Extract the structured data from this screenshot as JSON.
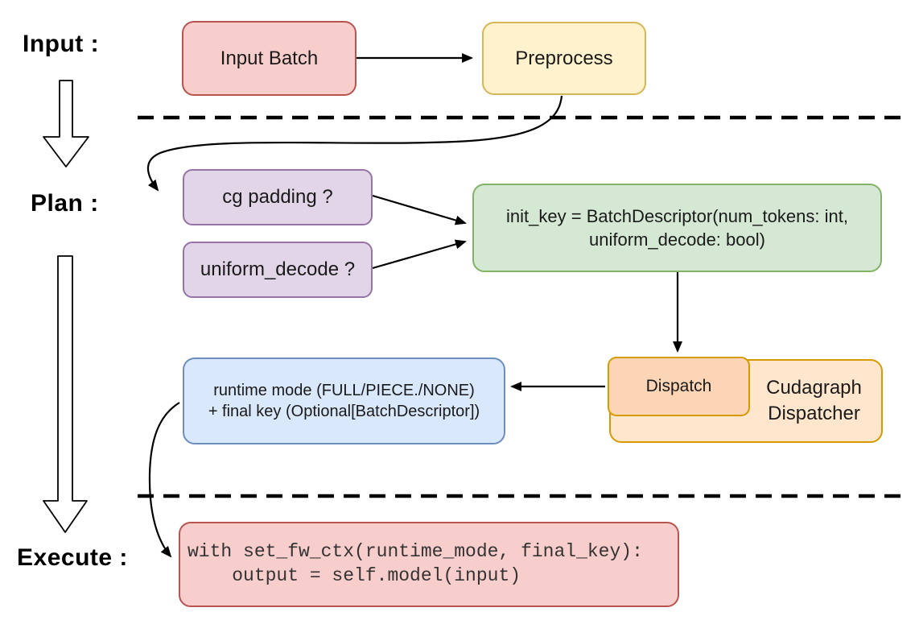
{
  "stages": {
    "input": "Input :",
    "plan": "Plan :",
    "execute": "Execute :"
  },
  "nodes": {
    "input_batch": {
      "label": "Input Batch"
    },
    "preprocess": {
      "label": "Preprocess"
    },
    "cg_padding": {
      "label": "cg padding ?"
    },
    "uniform_decode": {
      "label": "uniform_decode ?"
    },
    "init_key": {
      "line1": "init_key = BatchDescriptor(num_tokens: int,",
      "line2": "uniform_decode: bool)"
    },
    "dispatch": {
      "label": "Dispatch"
    },
    "cudagraph_dispatcher": {
      "line1": "Cudagraph",
      "line2": "Dispatcher"
    },
    "runtime_mode": {
      "line1": "runtime mode (FULL/PIECE./NONE)",
      "line2": "+ final key (Optional[BatchDescriptor])"
    },
    "execute_code": {
      "line1": "with set_fw_ctx(runtime_mode, final_key):",
      "line2": "    output = self.model(input)"
    }
  },
  "colors": {
    "background": "#ffffff",
    "red_fill": "#f8cecc",
    "red_stroke": "#b85450",
    "yellow_fill": "#fff2cc",
    "yellow_stroke": "#d6b656",
    "purple_fill": "#e1d5e7",
    "purple_stroke": "#9673a6",
    "green_fill": "#d5e8d4",
    "green_stroke": "#82b366",
    "blue_fill": "#dae8fc",
    "blue_stroke": "#6c8ebf",
    "orange_fill": "#ffe6cc",
    "orange_inner_fill": "#fbd5b5",
    "orange_stroke": "#d79b00",
    "connector": "#000000",
    "text": "#1a1a1a"
  }
}
